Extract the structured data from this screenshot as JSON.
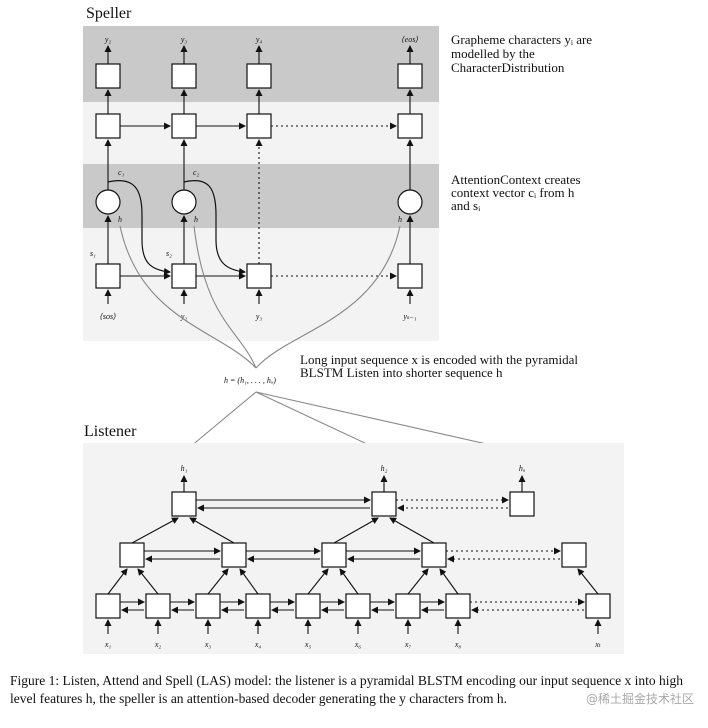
{
  "speller": {
    "title": "Speller",
    "outputs": [
      "y₂",
      "y₃",
      "y₄",
      "⟨eos⟩"
    ],
    "inputs": [
      "⟨sos⟩",
      "y₂",
      "y₃",
      "yₛ₋₁"
    ],
    "context_labels": [
      "c₁",
      "c₂"
    ],
    "state_labels": [
      "s₁",
      "s₂"
    ],
    "h_label": "h"
  },
  "annotations": {
    "grapheme": [
      "Grapheme characters yᵢ are",
      "modelled by the",
      "CharacterDistribution"
    ],
    "attention": [
      "AttentionContext creates",
      "context vector cᵢ from h",
      "and sᵢ"
    ],
    "long_input": [
      "Long input sequence x is encoded with the pyramidal",
      "BLSTM Listen into shorter sequence h"
    ],
    "h_def": "h = (h₁, . . . , hᵤ)"
  },
  "listener": {
    "title": "Listener",
    "outputs": [
      "h₁",
      "h₂",
      "hᵤ"
    ],
    "inputs": [
      "x₁",
      "x₂",
      "x₃",
      "x₄",
      "x₅",
      "x₆",
      "x₇",
      "x₈",
      "xₜ"
    ]
  },
  "caption": "Figure 1:  Listen, Attend and Spell (LAS) model: the listener is a pyramidal BLSTM encoding our input sequence x into high level features h, the speller is an attention-based decoder generating the y characters from h.",
  "watermark": "@稀土掘金技术社区"
}
